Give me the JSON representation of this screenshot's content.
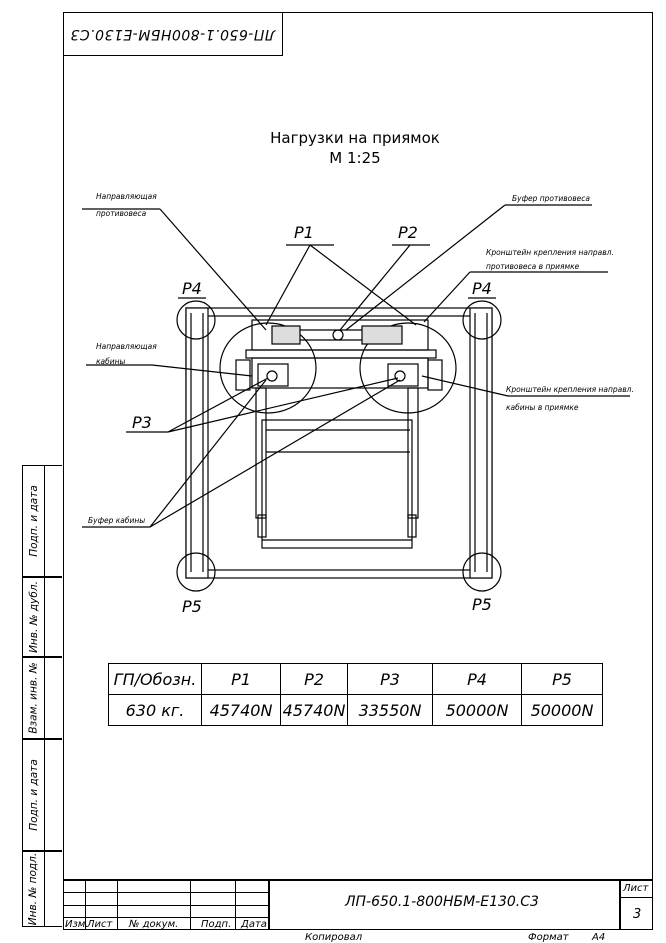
{
  "stamp_top": "ЛП-650.1-800НБМ-Е130.С3",
  "title": {
    "line1": "Нагрузки на приямок",
    "line2": "М 1:25"
  },
  "labels": {
    "guide_cw": [
      "Направляющая",
      "противовеса"
    ],
    "buffer_cw": "Буфер противовеса",
    "bracket_cw": [
      "Кронштейн крепления направл.",
      "противовеса в приямке"
    ],
    "guide_car": [
      "Направляющая",
      "кабины"
    ],
    "bracket_car": [
      "Кронштейн крепления направл.",
      "кабины в приямке"
    ],
    "buffer_car": "Буфер кабины"
  },
  "points": {
    "p1": "P1",
    "p2": "P2",
    "p3": "P3",
    "p4_left": "P4",
    "p4_right": "P4",
    "p5_left": "P5",
    "p5_right": "P5"
  },
  "loads_table": {
    "headers": [
      "ГП/Обозн.",
      "P1",
      "P2",
      "P3",
      "P4",
      "P5"
    ],
    "row": [
      "630 кг.",
      "45740N",
      "45740N",
      "33550N",
      "50000N",
      "50000N"
    ]
  },
  "side_strip": [
    "Подп. и дата",
    "Инв. № дубл.",
    "Взам. инв. №",
    "Подп. и дата",
    "Инв. № подл."
  ],
  "title_block": {
    "headers": [
      "Изм.",
      "Лист",
      "№ докум.",
      "Подп.",
      "Дата"
    ],
    "designation": "ЛП-650.1-800НБМ-Е130.С3",
    "sheet_label": "Лист",
    "sheet_number": "3"
  },
  "footer": {
    "copied": "Копировал",
    "format_label": "Формат",
    "format_value": "А4"
  }
}
